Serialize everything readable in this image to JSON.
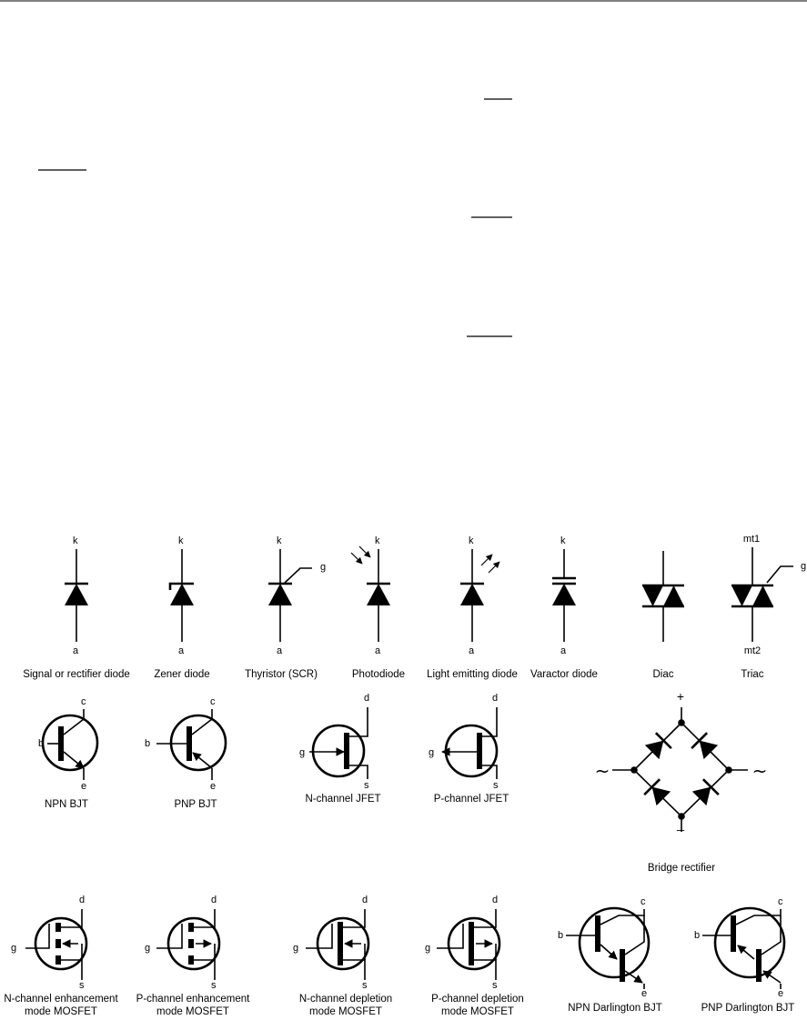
{
  "diodes": {
    "signal": {
      "label": "Signal or rectifier diode",
      "top": "k",
      "bottom": "a"
    },
    "zener": {
      "label": "Zener diode",
      "top": "k",
      "bottom": "a"
    },
    "thyristor": {
      "label": "Thyristor (SCR)",
      "top": "k",
      "bottom": "a",
      "gate": "g"
    },
    "photo": {
      "label": "Photodiode",
      "top": "k",
      "bottom": "a"
    },
    "led": {
      "label": "Light emitting diode",
      "top": "k",
      "bottom": "a"
    },
    "varactor": {
      "label": "Varactor diode",
      "top": "k",
      "bottom": "a"
    },
    "diac": {
      "label": "Diac"
    },
    "triac": {
      "label": "Triac",
      "top": "mt1",
      "bottom": "mt2",
      "gate": "g"
    }
  },
  "transistors": {
    "npn": {
      "label": "NPN BJT",
      "base": "b",
      "collector": "c",
      "emitter": "e"
    },
    "pnp": {
      "label": "PNP BJT",
      "base": "b",
      "collector": "c",
      "emitter": "e"
    },
    "njfet": {
      "label": "N-channel JFET",
      "gate": "g",
      "drain": "d",
      "source": "s"
    },
    "pjfet": {
      "label": "P-channel JFET",
      "gate": "g",
      "drain": "d",
      "source": "s"
    }
  },
  "bridge": {
    "label": "Bridge rectifier",
    "plus": "+",
    "minus": "_",
    "ac_left": "~",
    "ac_right": "~"
  },
  "mosfets": {
    "nenh": {
      "label_line1": "N-channel enhancement",
      "label_line2": "mode MOSFET",
      "gate": "g",
      "drain": "d",
      "source": "s"
    },
    "penh": {
      "label_line1": "P-channel enhancement",
      "label_line2": "mode MOSFET",
      "gate": "g",
      "drain": "d",
      "source": "s"
    },
    "ndep": {
      "label_line1": "N-channel depletion",
      "label_line2": "mode MOSFET",
      "gate": "g",
      "drain": "d",
      "source": "s"
    },
    "pdep": {
      "label_line1": "P-channel depletion",
      "label_line2": "mode MOSFET",
      "gate": "g",
      "drain": "d",
      "source": "s"
    }
  },
  "darlington": {
    "npn": {
      "label": "NPN Darlington BJT",
      "base": "b",
      "collector": "c",
      "emitter": "e"
    },
    "pnp": {
      "label": "PNP Darlington BJT",
      "base": "b",
      "collector": "c",
      "emitter": "e"
    }
  }
}
